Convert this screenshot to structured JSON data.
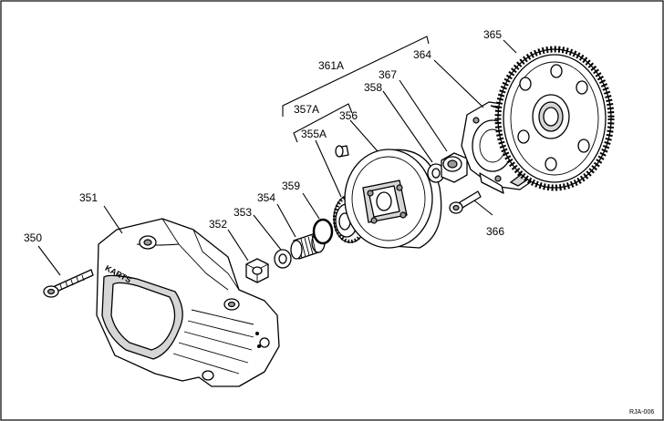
{
  "labels": {
    "p350": "350",
    "p351": "351",
    "p352": "352",
    "p353": "353",
    "p354": "354",
    "p359": "359",
    "p355A": "355A",
    "p357A": "357A",
    "p356": "356",
    "p358": "358",
    "p361A": "361A",
    "p367": "367",
    "p364": "364",
    "p365": "365",
    "p366": "366"
  },
  "figure_code": "RJA-006",
  "brand_mark": "KARTS"
}
